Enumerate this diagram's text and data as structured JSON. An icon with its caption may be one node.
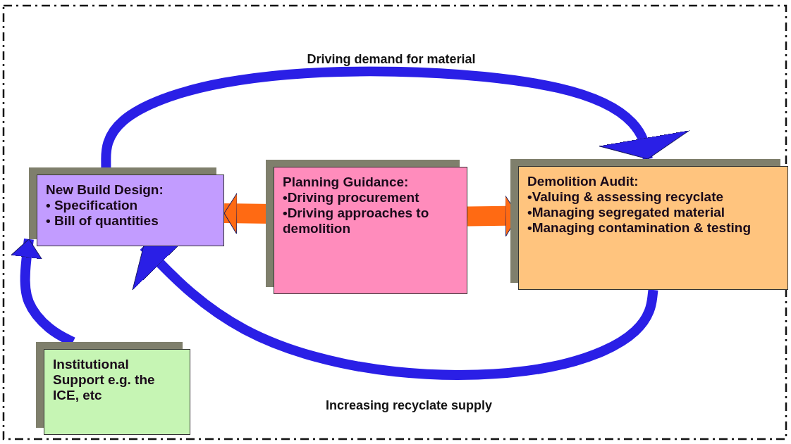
{
  "diagram": {
    "nodes": [
      {
        "text": [
          "New Build Design:",
          "• Specification",
          "• Bill of quantities"
        ]
      },
      {
        "text": [
          "Planning Guidance:",
          "•Driving procurement",
          "•Driving approaches to demolition"
        ]
      },
      {
        "text": [
          "Demolition Audit:",
          "•Valuing & assessing recyclate",
          "•Managing segregated material",
          "•Managing contamination & testing"
        ]
      },
      {
        "text": [
          "Institutional Support e.g. the ICE, etc"
        ]
      }
    ],
    "edges": [
      {
        "from": 0,
        "to": 2,
        "arrow": "to",
        "label": "Driving demand for material"
      },
      {
        "from": 2,
        "to": 0,
        "arrow": "to",
        "label": "Increasing recyclate supply"
      },
      {
        "from": 1,
        "to": 0,
        "arrow": "to",
        "style": "thick",
        "color": "#ff6a13"
      },
      {
        "from": 1,
        "to": 2,
        "arrow": "to",
        "style": "thick",
        "color": "#ff6a13"
      },
      {
        "from": 3,
        "to": 0,
        "arrow": "to"
      }
    ]
  }
}
